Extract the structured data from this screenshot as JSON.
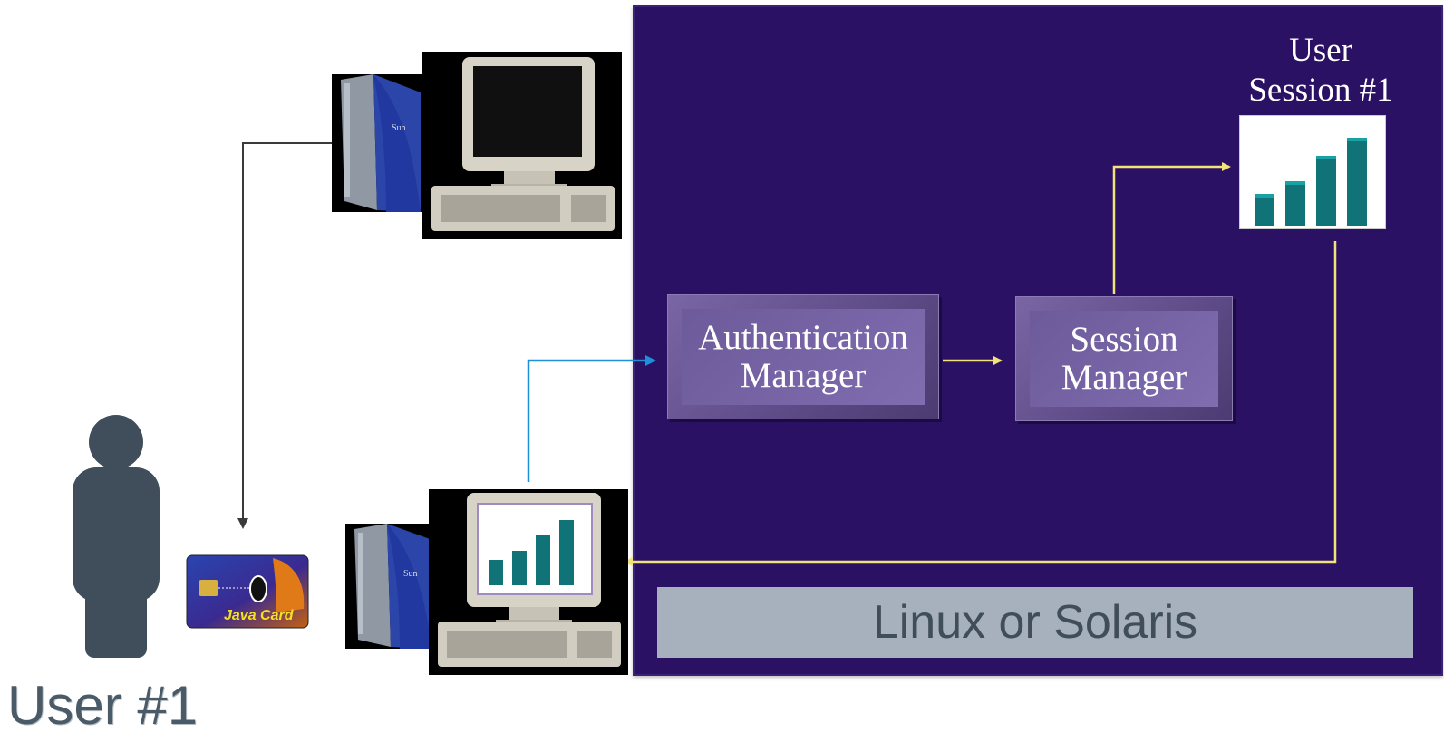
{
  "server": {
    "os_label": "Linux or Solaris",
    "auth_manager": {
      "line1": "Authentication",
      "line2": "Manager"
    },
    "session_manager": {
      "line1": "Session",
      "line2": "Manager"
    },
    "user_session": {
      "line1": "User",
      "line2": "Session #1"
    }
  },
  "user": {
    "label": "User #1"
  },
  "smart_card": {
    "text": "Java Card"
  },
  "colors": {
    "server_panel": "#2a1164",
    "os_bar": "#a6b1bd",
    "yellow_arrow": "#f2e27a",
    "blue_arrow": "#1e90d8",
    "dark_arrow": "#3a3a3a",
    "bar_teal": "#0f7377"
  },
  "icons": [
    "person-icon",
    "java-card-icon",
    "thin-client-icon",
    "monitor-icon",
    "bar-chart-icon"
  ]
}
